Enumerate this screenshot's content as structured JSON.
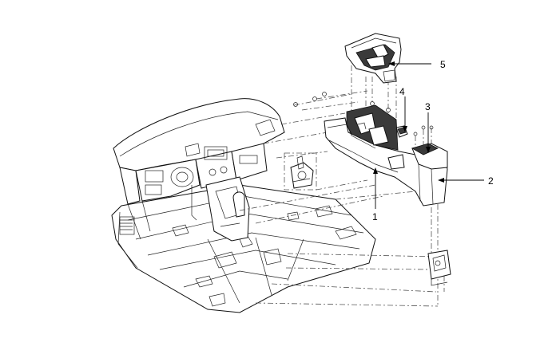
{
  "callouts": [
    {
      "id": "1",
      "label": "1"
    },
    {
      "id": "2",
      "label": "2"
    },
    {
      "id": "3",
      "label": "3"
    },
    {
      "id": "4",
      "label": "4"
    },
    {
      "id": "5",
      "label": "5"
    }
  ],
  "colors": {
    "line": "#111111",
    "background": "#ffffff",
    "shading": "#3a3a3a"
  }
}
